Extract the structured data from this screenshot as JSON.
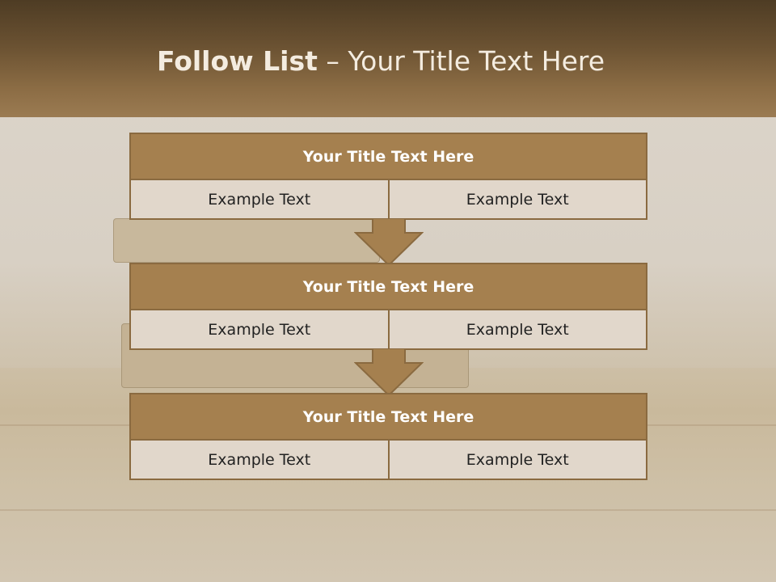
{
  "slide": {
    "title_bold": "Follow List",
    "title_rest": " – Your Title Text Here"
  },
  "steps": [
    {
      "title": "Your Title Text Here",
      "left": "Example Text",
      "right": "Example Text"
    },
    {
      "title": "Your Title Text Here",
      "left": "Example Text",
      "right": "Example Text"
    },
    {
      "title": "Your Title Text Here",
      "left": "Example Text",
      "right": "Example Text"
    }
  ],
  "colors": {
    "header": "#6b5232",
    "block_title": "#a5804f",
    "block_border": "#8a6a40",
    "cell_bg": "#e1d7cb"
  }
}
